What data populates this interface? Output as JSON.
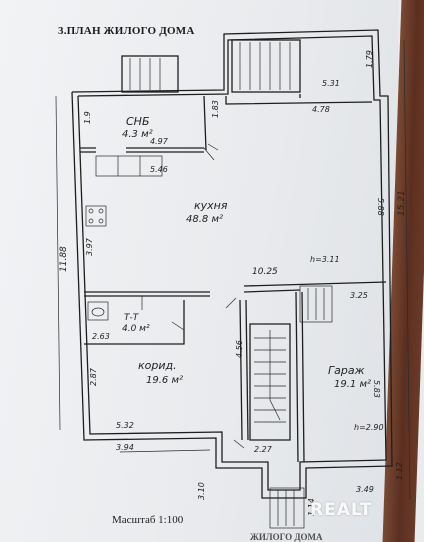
{
  "title": "3.ПЛАН ЖИЛОГО ДОМА",
  "scale": "Масштаб 1:100",
  "footer_title": "ЖИЛОГО ДОМА",
  "watermark": "REALT",
  "rooms": {
    "snb": {
      "name": "СНБ",
      "area": "4.3 м²"
    },
    "kitchen": {
      "name": "кухня",
      "area": "48.8 м²"
    },
    "toilet": {
      "name": "Т-Т",
      "area": "4.0 м²"
    },
    "corridor": {
      "name": "корид.",
      "area": "19.6 м²"
    },
    "garage": {
      "name": "Гараж",
      "area": "19.1 м²"
    }
  },
  "dimensions": {
    "d_5_31": "5.31",
    "d_1_79": "1.79",
    "d_4_78": "4.78",
    "d_1_83": "1.83",
    "d_1_9": "1.9",
    "d_4_97": "4.97",
    "d_5_46": "5.46",
    "d_5_88": "5.88",
    "d_15_21": "15.21",
    "d_11_88": "11.88",
    "d_3_97": "3.97",
    "d_h_3_11": "h=3.11",
    "d_10_25": "10.25",
    "d_3_25": "3.25",
    "d_2_63": "2.63",
    "d_4_56": "4.56",
    "d_2_87": "2.87",
    "d_5_83": "5.83",
    "d_5_32": "5.32",
    "d_3_94": "3.94",
    "d_2_27": "2.27",
    "d_h_2_90": "h=2.90",
    "d_3_10": "3.10",
    "d_1_14": "1.14",
    "d_3_49": "3.49",
    "d_1_12": "1.12"
  }
}
